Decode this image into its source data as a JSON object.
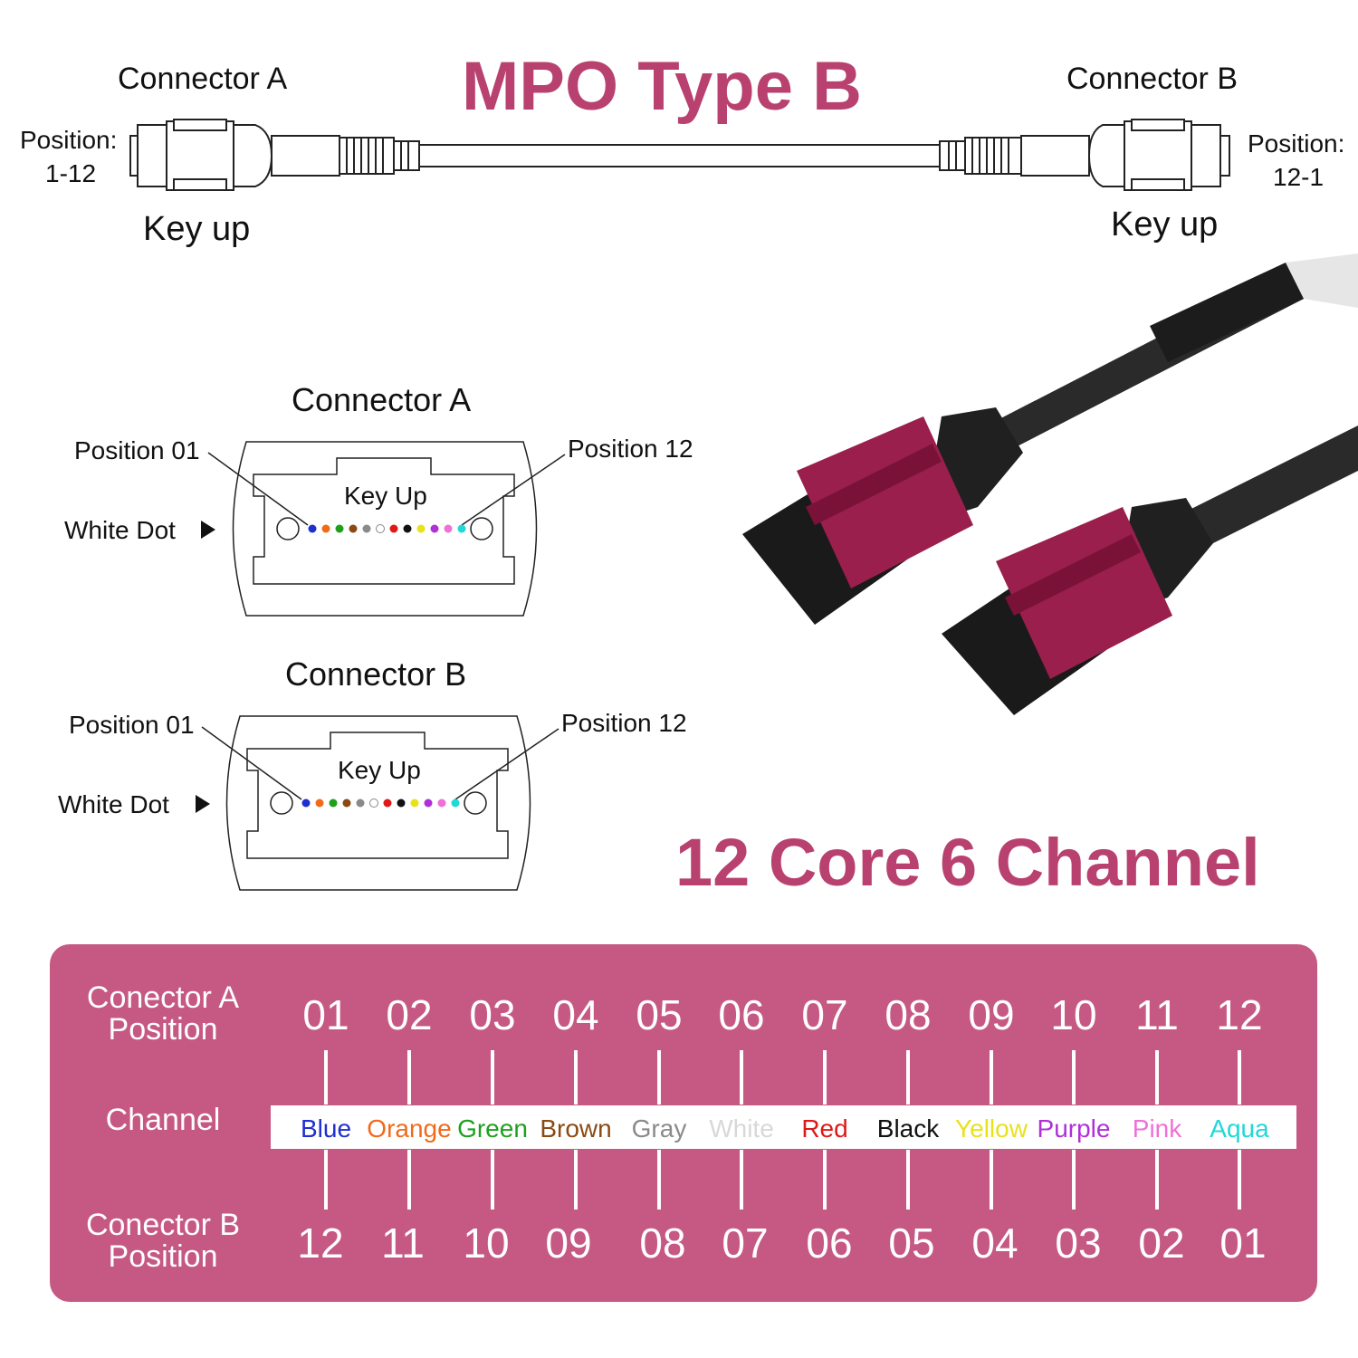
{
  "title": "MPO Type B",
  "top": {
    "connector_a_label": "Connector A",
    "connector_b_label": "Connector B",
    "position_word_a": "Position:",
    "position_range_a": "1-12",
    "position_word_b": "Position:",
    "position_range_b": "12-1",
    "key_a": "Key up",
    "key_b": "Key up"
  },
  "face_a": {
    "title": "Connector A",
    "pos_first": "Position 01",
    "pos_last": "Position 12",
    "key": "Key Up",
    "white_dot": "White Dot"
  },
  "face_b": {
    "title": "Connector B",
    "pos_first": "Position 01",
    "pos_last": "Position 12",
    "key": "Key Up",
    "white_dot": "White Dot"
  },
  "subtitle": "12 Core 6 Channel",
  "table": {
    "row_a_label_1": "Conector A",
    "row_a_label_2": "Position",
    "channel_label": "Channel",
    "row_b_label_1": "Conector B",
    "row_b_label_2": "Position",
    "a_positions": [
      "01",
      "02",
      "03",
      "04",
      "05",
      "06",
      "07",
      "08",
      "09",
      "10",
      "11",
      "12"
    ],
    "b_positions": [
      "12",
      "11",
      "10",
      "09",
      "08",
      "07",
      "06",
      "05",
      "04",
      "03",
      "02",
      "01"
    ],
    "channels": [
      {
        "name": "Blue",
        "color": "#1f2fd0"
      },
      {
        "name": "Orange",
        "color": "#f06a1a"
      },
      {
        "name": "Green",
        "color": "#1ea01e"
      },
      {
        "name": "Brown",
        "color": "#8b4a12"
      },
      {
        "name": "Gray",
        "color": "#8a8a8a"
      },
      {
        "name": "White",
        "color": "#d8d8d8"
      },
      {
        "name": "Red",
        "color": "#e01818"
      },
      {
        "name": "Black",
        "color": "#111111"
      },
      {
        "name": "Yellow",
        "color": "#e8e21a"
      },
      {
        "name": "Purple",
        "color": "#b030d8"
      },
      {
        "name": "Pink",
        "color": "#f070d8"
      },
      {
        "name": "Aqua",
        "color": "#20d8d8"
      }
    ]
  },
  "colors": {
    "brand": "#b8416f",
    "panel": "#c65983",
    "boot": "#9a1f4c",
    "body": "#2a2a2a"
  }
}
